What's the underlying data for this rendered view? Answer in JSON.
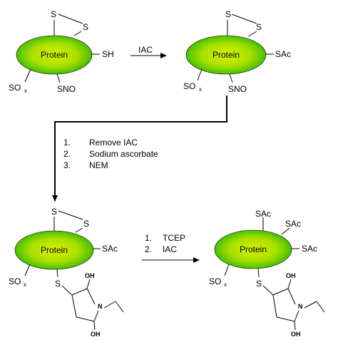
{
  "protein_label": "Protein",
  "groups": {
    "thiol": "SH",
    "sulfur": "S",
    "acetamide": "SAc",
    "nitroso": "SNO",
    "sulfoxide": "SO",
    "sulfoxide_subscript": "x",
    "hydroxyl": "OH",
    "nitrogen": "N"
  },
  "reagents": {
    "step1": "IAC",
    "step2": [
      "Remove IAC",
      "Sodium ascorbate",
      "NEM"
    ],
    "step2_numbers": [
      "1.",
      "2.",
      "3."
    ],
    "step3": [
      "TCEP",
      "IAC"
    ],
    "step3_numbers": [
      "1.",
      "2."
    ]
  },
  "colors": {
    "protein_center": "#d8f000",
    "protein_edge": "#2fb800",
    "stroke": "#000000"
  }
}
